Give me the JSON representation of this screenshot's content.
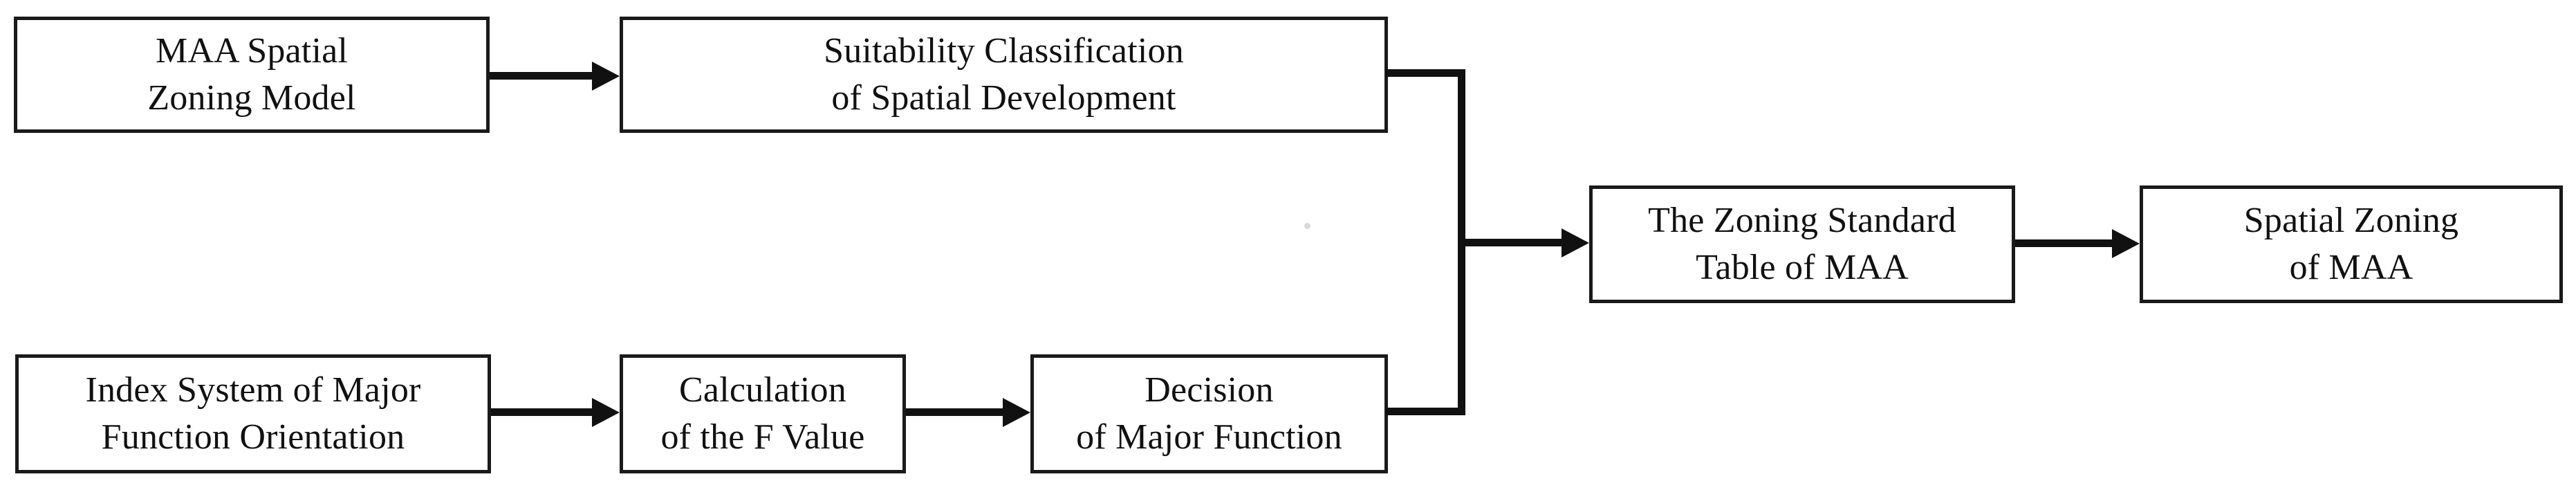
{
  "diagram": {
    "type": "flowchart",
    "orientation": "left-to-right",
    "background_color": "#ffffff",
    "stroke_color": "#111111",
    "text_color": "#111111",
    "nodes": [
      {
        "id": "model",
        "shape": "rectangle",
        "lines": [
          "MAA Spatial",
          "Zoning Model"
        ]
      },
      {
        "id": "suitability",
        "shape": "rectangle",
        "lines": [
          "Suitability Classification",
          "of Spatial Development"
        ]
      },
      {
        "id": "index",
        "shape": "rectangle",
        "lines": [
          "Index System of Major",
          "Function Orientation"
        ]
      },
      {
        "id": "fvalue",
        "shape": "rectangle",
        "lines": [
          "Calculation",
          "of the F Value"
        ]
      },
      {
        "id": "decision",
        "shape": "rectangle",
        "lines": [
          "Decision",
          "of Major Function"
        ]
      },
      {
        "id": "standard_table",
        "shape": "rectangle",
        "lines": [
          "The Zoning Standard",
          "Table of MAA"
        ]
      },
      {
        "id": "spatial_zoning",
        "shape": "rectangle",
        "lines": [
          "Spatial Zoning",
          "of MAA"
        ]
      }
    ],
    "edges": [
      {
        "from": "model",
        "to": "suitability",
        "style": "straight-arrow",
        "label": ""
      },
      {
        "from": "index",
        "to": "fvalue",
        "style": "straight-arrow",
        "label": ""
      },
      {
        "from": "fvalue",
        "to": "decision",
        "style": "straight-arrow",
        "label": ""
      },
      {
        "from": "suitability",
        "to": "standard_table",
        "style": "elbow-merge-arrow",
        "label": ""
      },
      {
        "from": "decision",
        "to": "standard_table",
        "style": "elbow-merge-arrow",
        "label": ""
      },
      {
        "from": "standard_table",
        "to": "spatial_zoning",
        "style": "straight-arrow",
        "label": ""
      }
    ]
  }
}
